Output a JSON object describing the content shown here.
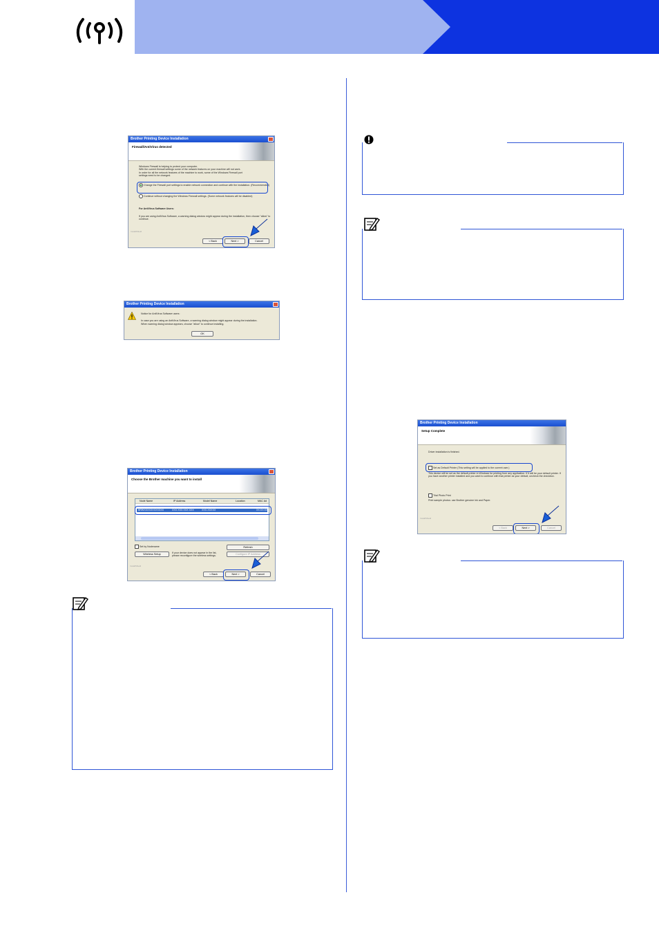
{
  "header": {
    "icon": "wireless-network-icon",
    "colors": {
      "light": "#9fb3f0",
      "dark": "#0d33e0"
    }
  },
  "dialog_firewall": {
    "title": "Brother Printing Device Installation",
    "heading": "Firewall/AntiVirus detected",
    "body": [
      "Windows Firewall is helping to protect your computer.",
      "With the current firewall settings some of the network features on your machine will not work.",
      "In order for all the network features of the machine to work, some of the Windows Firewall port",
      "settings need to be changed."
    ],
    "option_change": "Change the Firewall port settings to enable network connection and continue with the installation. (Recommended)",
    "option_continue": "Continue without changing the Windows Firewall settings. (Some network features will be disabled)",
    "antivirus_heading": "For AntiVirus Software Users:",
    "antivirus_text": "If you are using AntiVirus Software, a warning dialog window might appear during the installation, then choose \"allow\" to continue.",
    "installshield": "InstallShield",
    "back": "< Back",
    "next": "Next >",
    "cancel": "Cancel"
  },
  "dialog_warning": {
    "title": "Brother Printing Device Installation",
    "line1": "Notice for AntiVirus Software users:",
    "line2": "In case you are using an AntiVirus Software, a warning dialog window might appear during the installation.",
    "line3": "When warning dialog window appears, choose \"allow\" to continue installing.",
    "ok": "OK"
  },
  "dialog_choose": {
    "title": "Brother Printing Device Installation",
    "heading": "Choose the Brother machine you want to install",
    "columns": [
      "Node Name",
      "IP Address",
      "Model Name",
      "Location",
      "MAC Ad"
    ],
    "row": [
      "BRWXXXXXXXXXXXX",
      "XXX.XXX.XXX.XXX",
      "XXX-XXXXX",
      "",
      "XX:XX:XX"
    ],
    "set_by_nodename": "Set by Nodename",
    "refresh": "Refresh",
    "wireless_setup": "Wireless Setup",
    "not_appear": "If your device does not appear in the list, please reconfigure the wireless settings.",
    "configure_ip": "Configure IP Address",
    "installshield": "InstallShield",
    "back": "< Back",
    "next": "Next >",
    "cancel": "Cancel"
  },
  "dialog_complete": {
    "title": "Brother Printing Device Installation",
    "heading": "Setup Complete",
    "finished": "Driver installation is finished.",
    "default_printer": "Set as Default Printer (This setting will be applied to the current user.)",
    "default_desc": "This device will be set as the default printer in Windows for printing from any application. If it will be your default printer. If you have another printer installed and you want to continue with that printer as your default, uncheck the checkbox.",
    "trial": "Trial Photo Print",
    "trial_desc": "Print sample photos: use Brother genuine Ink and Paper.",
    "installshield": "InstallShield",
    "back": "< Back",
    "next": "Next >",
    "cancel": "Cancel"
  }
}
